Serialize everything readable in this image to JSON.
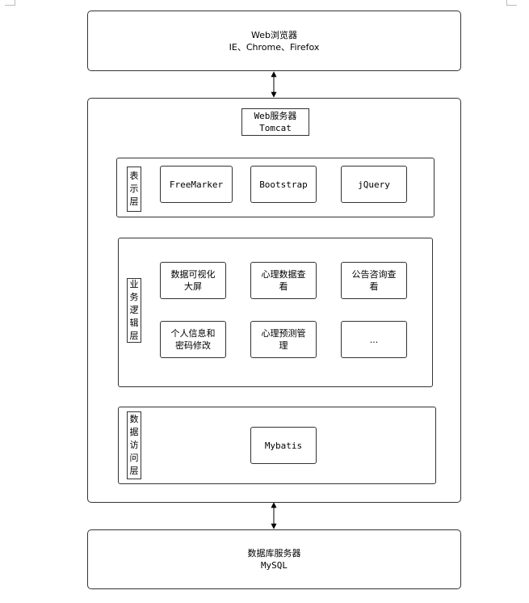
{
  "browser": {
    "title": "Web浏览器",
    "subtitle": "IE、Chrome、Firefox"
  },
  "server": {
    "title": "Web服务器",
    "subtitle": "Tomcat"
  },
  "presentation_layer": {
    "label_chars": [
      "表",
      "示",
      "层"
    ],
    "items": [
      "FreeMarker",
      "Bootstrap",
      "jQuery"
    ]
  },
  "business_layer": {
    "label_chars": [
      "业",
      "务",
      "逻",
      "辑",
      "层"
    ],
    "items": [
      [
        "数据可视化",
        "大屏"
      ],
      [
        "心理数据查",
        "看"
      ],
      [
        "公告咨询查",
        "看"
      ],
      [
        "个人信息和",
        "密码修改"
      ],
      [
        "心理预测管",
        "理"
      ],
      [
        "..."
      ]
    ]
  },
  "data_access_layer": {
    "label_chars": [
      "数",
      "据",
      "访",
      "问",
      "层"
    ],
    "items": [
      "Mybatis"
    ]
  },
  "database": {
    "title": "数据库服务器",
    "subtitle": "MySQL"
  }
}
